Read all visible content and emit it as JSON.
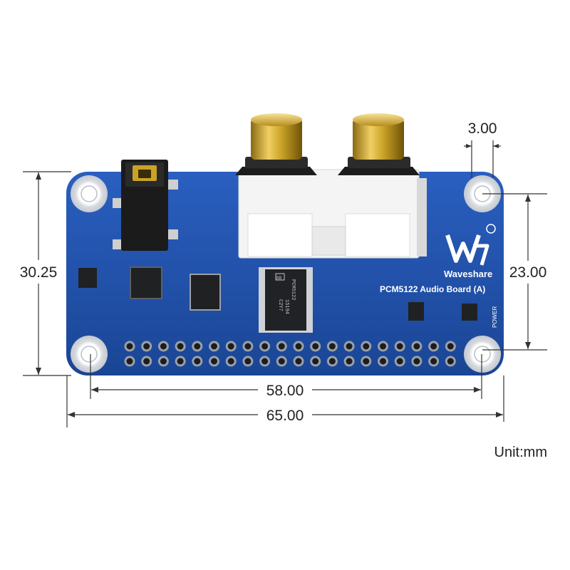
{
  "board": {
    "brand": "Waveshare",
    "model": "PCM5122 Audio Board (A)",
    "power_label": "POWER",
    "chip_marking": [
      "PCM5122",
      "15194",
      "C2Y7"
    ],
    "chip_logo": "BB",
    "pcb_color": "#1e4fa8",
    "gold_color": "#c9a227"
  },
  "dimensions": {
    "width": "65.00",
    "hole_spacing_x": "58.00",
    "height": "30.25",
    "hole_spacing_y": "23.00",
    "hole_diameter": "3.00"
  },
  "unit_label": "Unit:mm"
}
